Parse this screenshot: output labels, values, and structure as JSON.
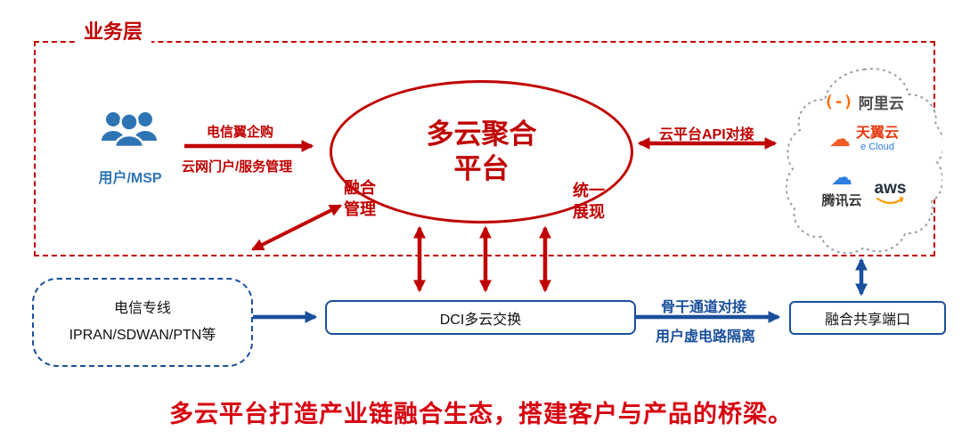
{
  "layer": {
    "label": "业务层"
  },
  "user": {
    "label": "用户/MSP"
  },
  "platform": {
    "title": "多云聚合平台",
    "fusion_management": "融合管理",
    "unified_display": "统一展现"
  },
  "labels": {
    "telecom_wing_purchase": "电信翼企购",
    "cloud_portal_service": "云网门户/服务管理",
    "cloud_api": "云平台API对接",
    "backbone_channel": "骨干通道对接",
    "user_virtual_circuit": "用户虚电路隔离"
  },
  "cloud_providers": {
    "alibaba": "阿里云",
    "tianyi": "天翼云",
    "tianyi_sub": "e Cloud",
    "tencent": "腾讯云",
    "aws": "aws"
  },
  "nodes": {
    "telecom_line_title": "电信专线",
    "telecom_line_sub": "IPRAN/SDWAN/PTN等",
    "dci": "DCI多云交换",
    "shared_port": "融合共享端口"
  },
  "footer": "多云平台打造产业链融合生态，搭建客户与产品的桥梁。",
  "colors": {
    "accent_red": "#c00000",
    "accent_blue": "#1a4f9c",
    "user_blue": "#2e75b6",
    "footer_red": "#d7000f",
    "alibaba_orange": "#ff6a00",
    "tianyi_orange": "#f05a28",
    "tencent_blue": "#2b7de1",
    "aws_dark": "#232f3e",
    "aws_orange": "#ff9900"
  }
}
